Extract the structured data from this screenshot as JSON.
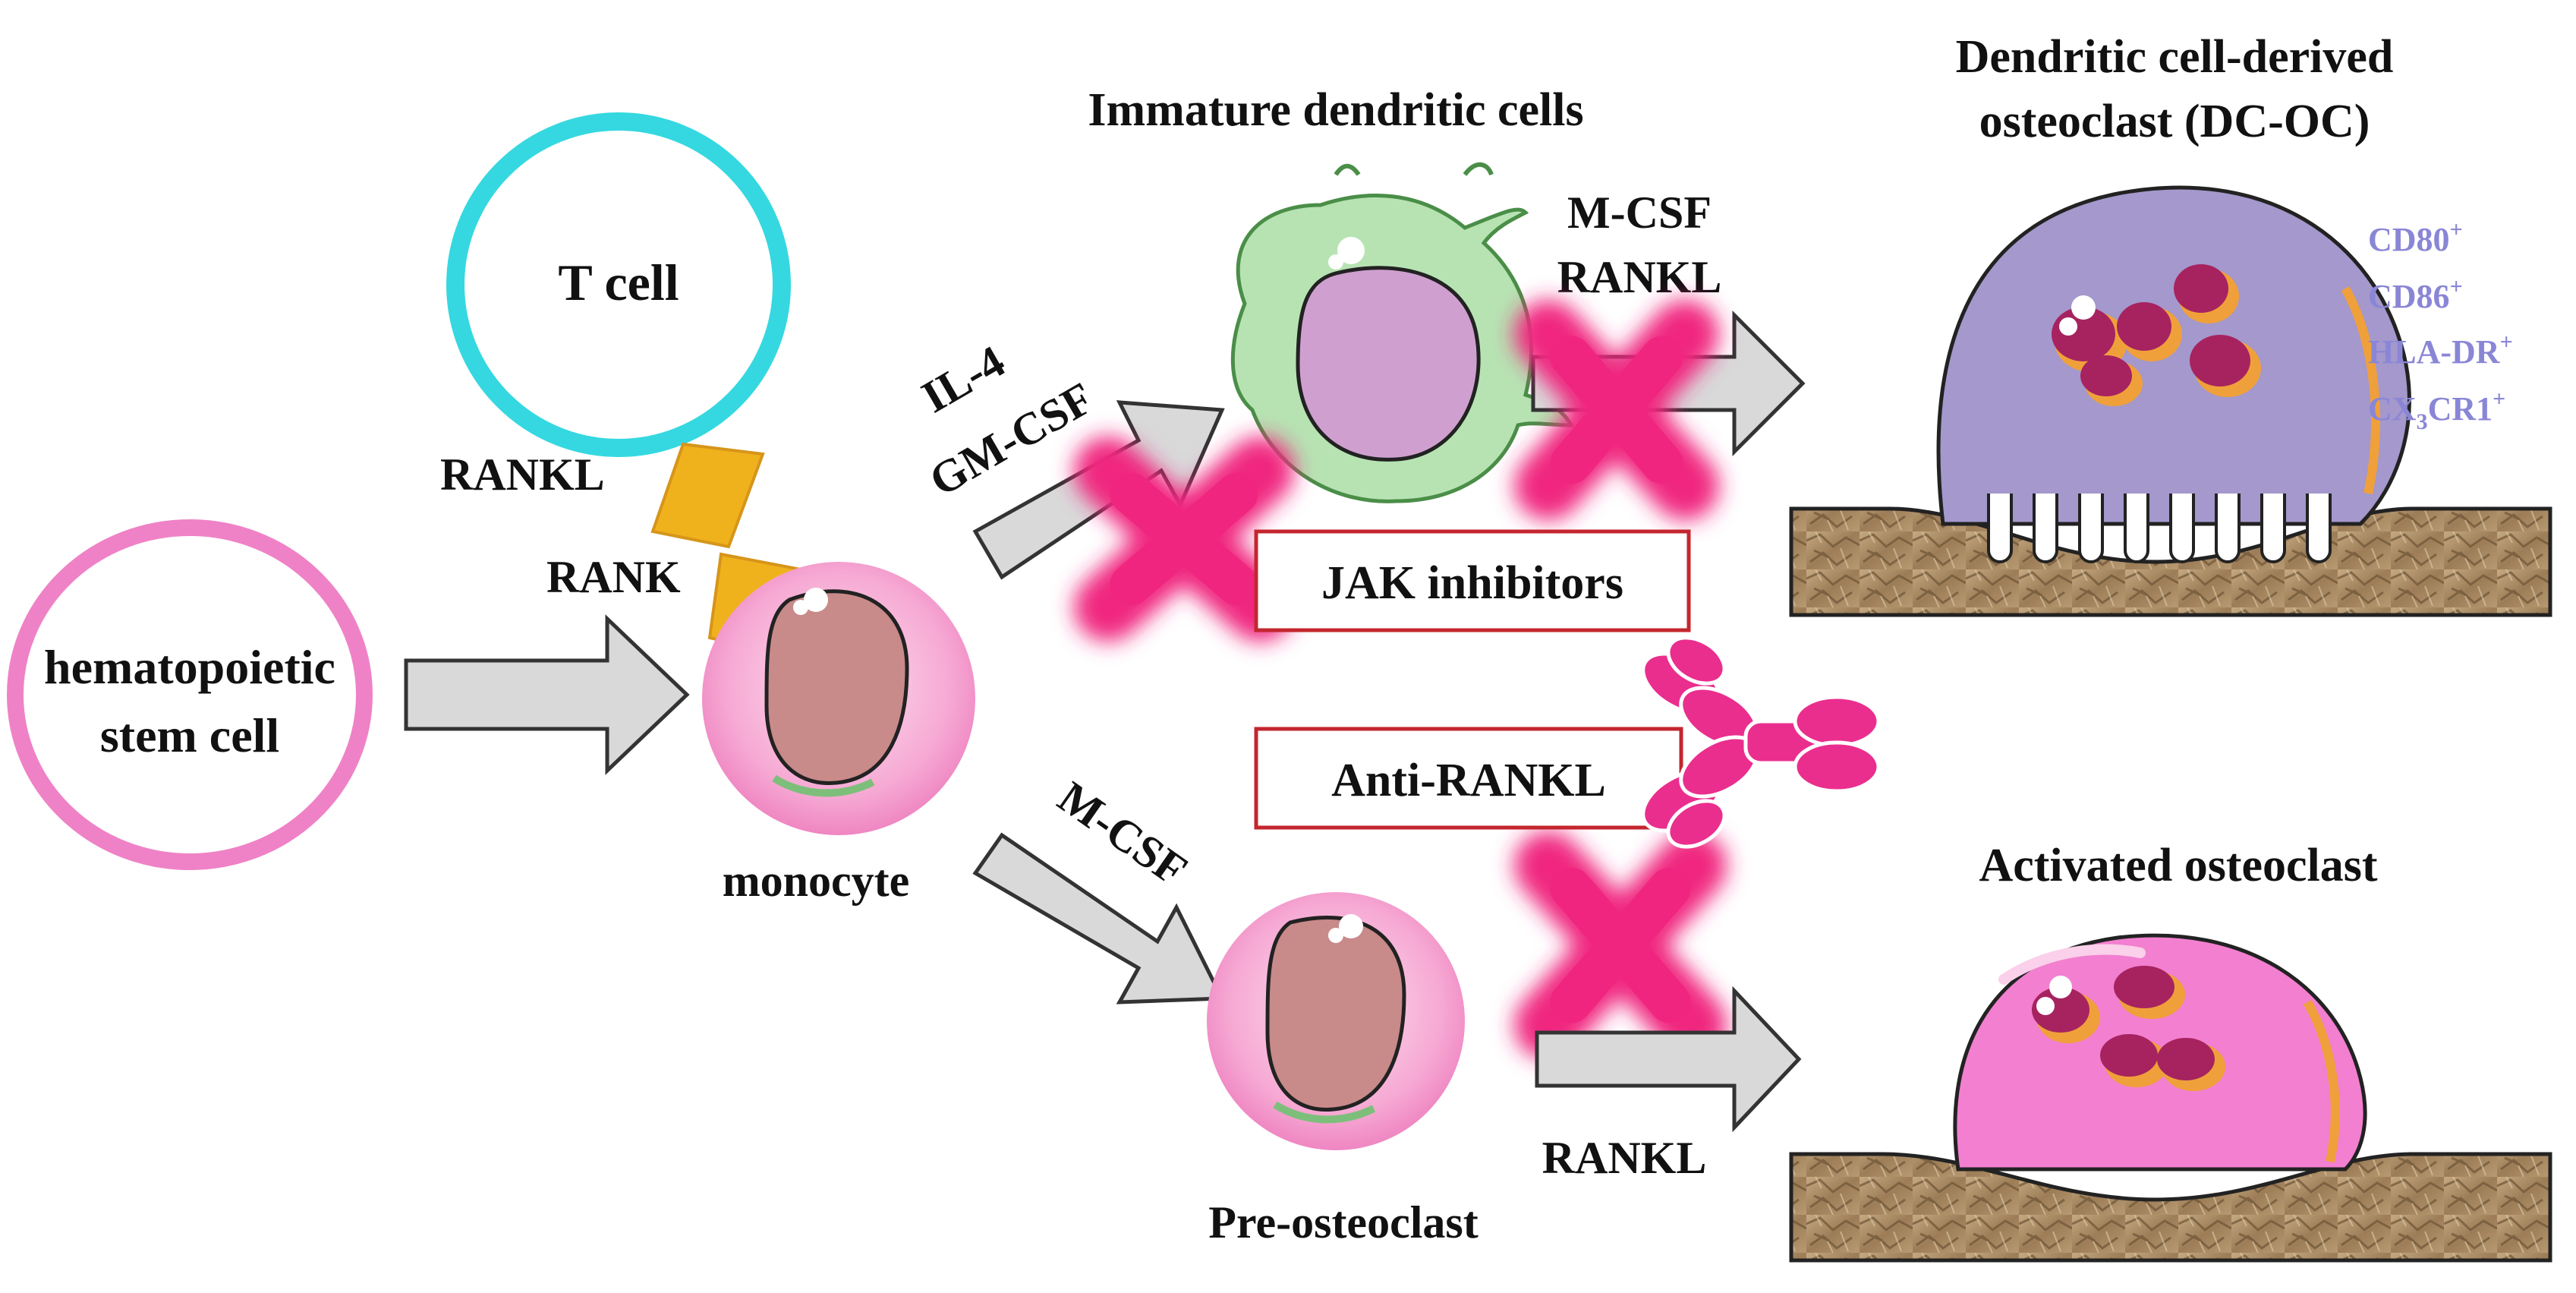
{
  "labels": {
    "t_cell": "T cell",
    "rankl_tcell": "RANKL",
    "rank": "RANK",
    "hsc_line1": "hematopoietic",
    "hsc_line2": "stem cell",
    "monocyte": "monocyte",
    "il4": "IL-4",
    "gmcsf": "GM-CSF",
    "mcsf_lower": "M-CSF",
    "imdc_title": "Immature  dendritic  cells",
    "mcsf_upper": "M-CSF",
    "rankl_upper": "RANKL",
    "dcoc_title_line1": "Dendritic  cell-derived",
    "dcoc_title_line2": "osteoclast (DC-OC)",
    "jak_box": "JAK inhibitors",
    "anti_rankl_box": "Anti-RANKL",
    "activated_oc": "Activated osteoclast",
    "pre_oc": "Pre-osteoclast",
    "rankl_lower": "RANKL"
  },
  "markers": [
    {
      "base": "CD80",
      "sup": "+"
    },
    {
      "base": "CD86",
      "sup": "+"
    },
    {
      "base": "HLA-DR",
      "sup": "+"
    },
    {
      "base": "CX",
      "sub": "3",
      "rest": "CR1",
      "sup": "+"
    }
  ],
  "colors": {
    "t_cell_ring": "#35d8e0",
    "hsc_ring": "#ef82c6",
    "rank_bar": "#f0b21c",
    "arrow_fill": "#d9d9d9",
    "inhibit_mark": "#f0257f",
    "box_border": "#c4262e",
    "dc_body": "#b7e3b3",
    "nucleus": "#cfa0cf",
    "dcoc_body": "#a498cc",
    "aoc_body": "#f27fcf",
    "bone": "#b2946c",
    "marker_text": "#8a86d6",
    "antibody": "#ea2e8e"
  }
}
